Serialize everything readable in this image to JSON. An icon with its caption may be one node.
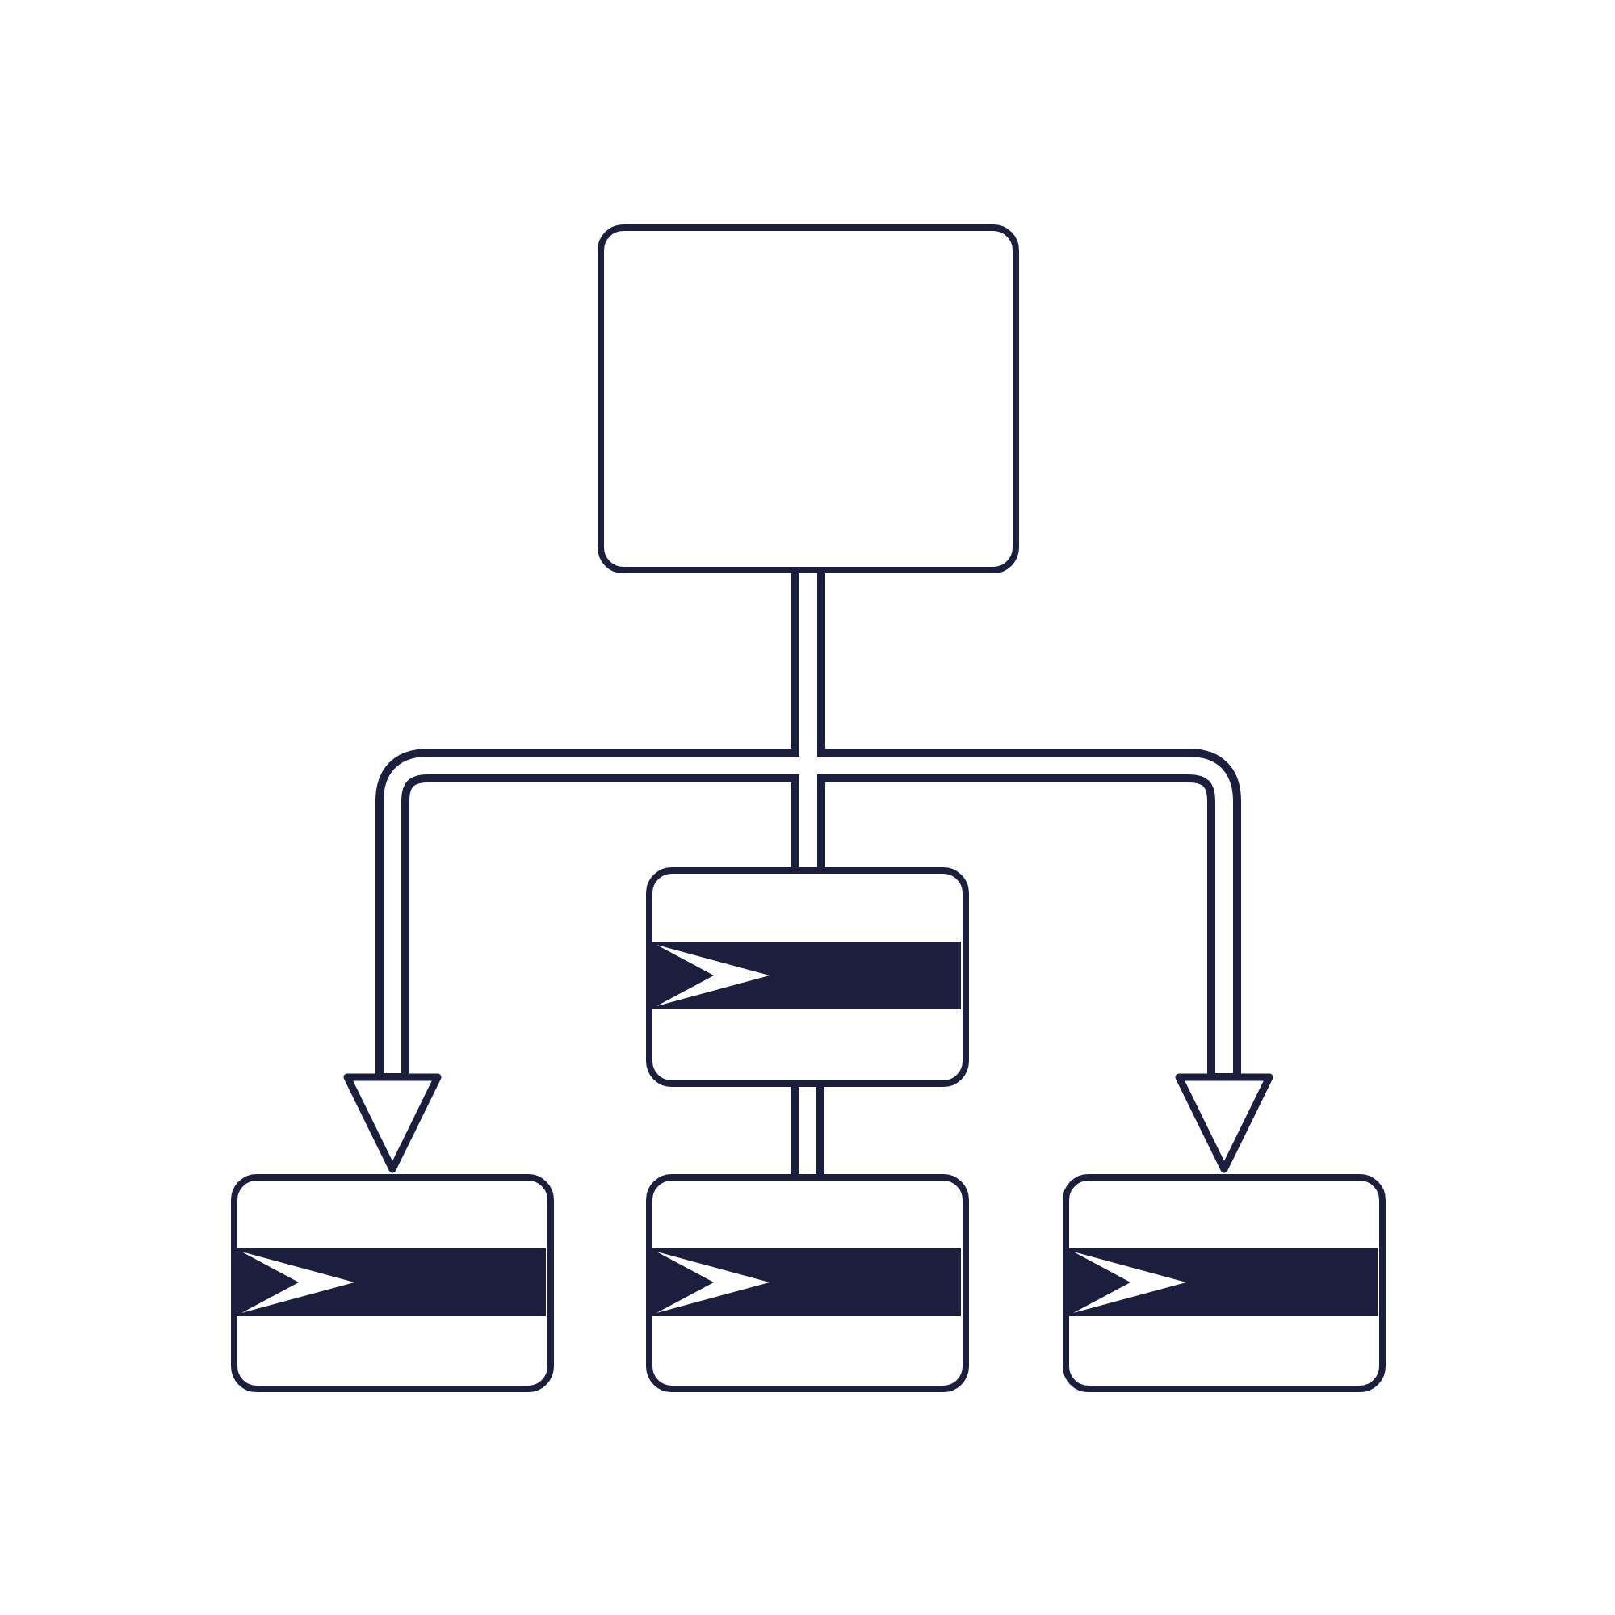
{
  "diagram": {
    "nodes": [
      {
        "text": [],
        "shape": "box"
      },
      {
        "text": [],
        "shape": "box"
      },
      {
        "text": [],
        "shape": "box"
      },
      {
        "text": [],
        "shape": "box"
      },
      {
        "text": [],
        "shape": "box"
      }
    ],
    "edges": [
      {
        "from": 0,
        "to": 2,
        "arrow": "to"
      },
      {
        "from": 0,
        "to": 4,
        "arrow": "to"
      },
      {
        "from": 0,
        "to": 1,
        "arrow": "none"
      },
      {
        "from": 1,
        "to": 3,
        "arrow": "none"
      }
    ]
  }
}
